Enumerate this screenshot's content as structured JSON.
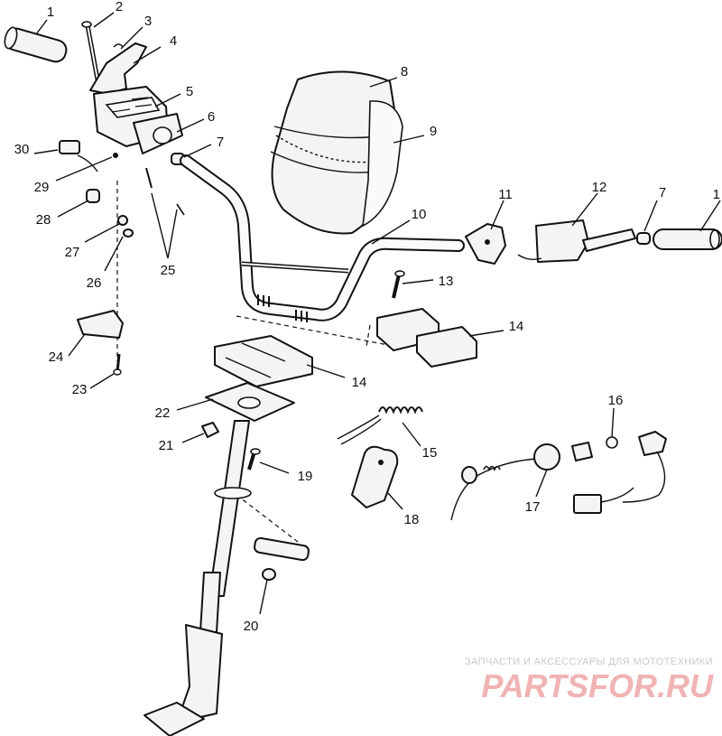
{
  "diagram": {
    "callouts": [
      {
        "id": "c1a",
        "label": "1"
      },
      {
        "id": "c2",
        "label": "2"
      },
      {
        "id": "c3",
        "label": "3"
      },
      {
        "id": "c4",
        "label": "4"
      },
      {
        "id": "c5",
        "label": "5"
      },
      {
        "id": "c6",
        "label": "6"
      },
      {
        "id": "c7a",
        "label": "7"
      },
      {
        "id": "c8",
        "label": "8"
      },
      {
        "id": "c9",
        "label": "9"
      },
      {
        "id": "c10",
        "label": "10"
      },
      {
        "id": "c11",
        "label": "11"
      },
      {
        "id": "c12",
        "label": "12"
      },
      {
        "id": "c7b",
        "label": "7"
      },
      {
        "id": "c1b",
        "label": "1"
      },
      {
        "id": "c13",
        "label": "13"
      },
      {
        "id": "c14a",
        "label": "14"
      },
      {
        "id": "c14b",
        "label": "14"
      },
      {
        "id": "c15",
        "label": "15"
      },
      {
        "id": "c16",
        "label": "16"
      },
      {
        "id": "c17",
        "label": "17"
      },
      {
        "id": "c18",
        "label": "18"
      },
      {
        "id": "c19",
        "label": "19"
      },
      {
        "id": "c20",
        "label": "20"
      },
      {
        "id": "c21",
        "label": "21"
      },
      {
        "id": "c22",
        "label": "22"
      },
      {
        "id": "c23",
        "label": "23"
      },
      {
        "id": "c24",
        "label": "24"
      },
      {
        "id": "c25",
        "label": "25"
      },
      {
        "id": "c26",
        "label": "26"
      },
      {
        "id": "c27",
        "label": "27"
      },
      {
        "id": "c28",
        "label": "28"
      },
      {
        "id": "c29",
        "label": "29"
      },
      {
        "id": "c30",
        "label": "30"
      }
    ]
  },
  "watermark": {
    "tagline": "ЗАПЧАСТИ И АКСЕССУАРЫ ДЛЯ МОТОТЕХНИКИ",
    "brand": "PARTSFOR.RU"
  }
}
